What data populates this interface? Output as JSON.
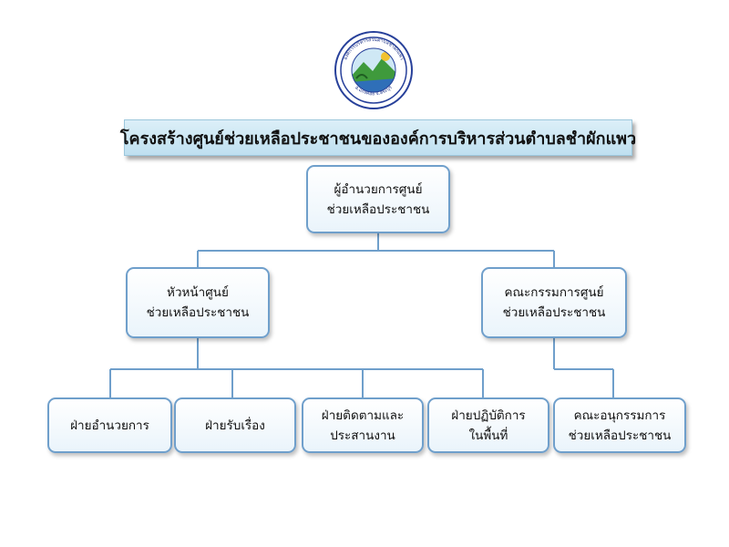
{
  "colors": {
    "connector": "#6f9fcb",
    "node_border": "#6f9fcb",
    "banner_fill": "#cbe6f4",
    "seal_ring": "#27409a"
  },
  "seal": {
    "icon": "organization-seal-logo",
    "ring_text_top": "องค์การบริหารส่วนตำบลชำผักแพว",
    "ring_text_bottom": "อ.แก่งคอย จ.สระบุรี"
  },
  "title": "โครงสร้างศูนย์ช่วยเหลือประชาชนขององค์การบริหารส่วนตำบลชำผักแพว",
  "org_chart": {
    "director": {
      "line1": "ผู้อำนวยการศูนย์",
      "line2": "ช่วยเหลือประชาชน"
    },
    "head": {
      "line1": "หัวหน้าศูนย์",
      "line2": "ช่วยเหลือประชาชน"
    },
    "committee": {
      "line1": "คณะกรรมการศูนย์",
      "line2": "ช่วยเหลือประชาชน"
    },
    "admin_unit": {
      "line1": "ฝ่ายอำนวยการ"
    },
    "complaints_unit": {
      "line1": "ฝ่ายรับเรื่อง"
    },
    "followup_unit": {
      "line1": "ฝ่ายติดตามและ",
      "line2": "ประสานงาน"
    },
    "field_unit": {
      "line1": "ฝ่ายปฏิบัติการ",
      "line2": "ในพื้นที่"
    },
    "subcommittee": {
      "line1": "คณะอนุกรรมการ",
      "line2": "ช่วยเหลือประชาชน"
    }
  }
}
